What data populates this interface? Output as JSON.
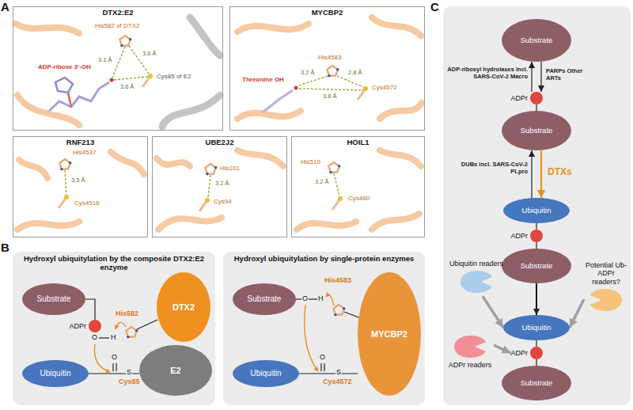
{
  "diagram": {
    "nodes": [
      {
        "text": [
          "DTX2:E2"
        ]
      },
      {
        "text": [
          "MYCBP2"
        ]
      },
      {
        "text": [
          "RNF213"
        ]
      },
      {
        "text": [
          "UBE2J2"
        ]
      },
      {
        "text": [
          "HOIL1"
        ]
      },
      {
        "text": [
          "Hydroxyl ubiquitylation by the composite DTX2:E2 enzyme"
        ]
      },
      {
        "text": [
          "Substrate"
        ],
        "in": 5
      },
      {
        "text": [
          "ADPr"
        ],
        "in": 5
      },
      {
        "text": [
          "DTX2"
        ],
        "in": 5
      },
      {
        "text": [
          "E2"
        ],
        "in": 5
      },
      {
        "text": [
          "Ubiquitin"
        ],
        "in": 5
      },
      {
        "text": [
          "Hydroxyl ubiquitylation by single-protein enzymes"
        ]
      },
      {
        "text": [
          "Substrate"
        ],
        "in": 11
      },
      {
        "text": [
          "MYCBP2"
        ],
        "in": 11
      },
      {
        "text": [
          "Ubiquitin"
        ],
        "in": 11
      },
      {
        "text": [
          "C"
        ]
      },
      {
        "text": [
          "Substrate"
        ],
        "in": 15
      },
      {
        "text": [
          "ADPr"
        ],
        "in": 15
      },
      {
        "text": [
          "Substrate"
        ],
        "in": 15
      },
      {
        "text": [
          "Ubiquitin"
        ],
        "in": 15
      },
      {
        "text": [
          "ADPr"
        ],
        "in": 15
      },
      {
        "text": [
          "Substrate"
        ],
        "in": 15
      },
      {
        "text": [
          "Ubiquitin readers"
        ],
        "in": 15
      },
      {
        "text": [
          "ADPr readers"
        ],
        "in": 15
      },
      {
        "text": [
          "Potential Ub-ADPr readers?"
        ],
        "in": 15
      },
      {
        "text": [
          "Ubiquitin"
        ],
        "in": 15
      },
      {
        "text": [
          "ADPr"
        ],
        "in": 15
      },
      {
        "text": [
          "Substrate"
        ],
        "in": 15
      }
    ],
    "edges": [
      {
        "from": 7,
        "to": 6,
        "arrow": "none"
      },
      {
        "from": 10,
        "to": 9,
        "arrow": "none"
      },
      {
        "from": 14,
        "to": 13,
        "arrow": "none"
      },
      {
        "from": 17,
        "to": 16,
        "arrow": "to",
        "label": "ADP-ribosyl hydrolases incl. SARS-CoV-2 Macro"
      },
      {
        "from": 16,
        "to": 17,
        "arrow": "to",
        "label": "PARPs Other ARTs"
      },
      {
        "from": 17,
        "to": 18,
        "arrow": "none"
      },
      {
        "from": 19,
        "to": 18,
        "arrow": "to",
        "label": "DUBs incl. SARS-CoV-2 PLpro"
      },
      {
        "from": 18,
        "to": 19,
        "arrow": "to",
        "label": "DTXs"
      },
      {
        "from": 19,
        "to": 20,
        "arrow": "none"
      },
      {
        "from": 20,
        "to": 21,
        "arrow": "none"
      },
      {
        "from": 21,
        "to": 25,
        "arrow": "to"
      },
      {
        "from": 22,
        "to": 25,
        "arrow": "to"
      },
      {
        "from": 23,
        "to": 26,
        "arrow": "to"
      },
      {
        "from": 24,
        "to": 25,
        "arrow": "to"
      },
      {
        "from": 25,
        "to": 26,
        "arrow": "none"
      },
      {
        "from": 26,
        "to": 27,
        "arrow": "none"
      }
    ],
    "labels": [
      "A",
      "His582 of DTX2",
      "3.1 Å",
      "3.6 Å",
      "ADP-ribose 3'-OH",
      "3.6 Å",
      "Cys85 of E2",
      "His4583",
      "Threonine OH",
      "3.2 Å",
      "2.8 Å",
      "3.8 Å",
      "Cys4572",
      "His4537",
      "3.5 Å",
      "Cys4516",
      "His101",
      "3.2 Å",
      "Cys94",
      "His510",
      "3.2 Å",
      "Cys460",
      "B",
      "His582",
      "O",
      "H",
      "O",
      "S",
      "Cys85",
      "His4583",
      "O",
      "H",
      "O",
      "S",
      "Cys4572"
    ]
  }
}
